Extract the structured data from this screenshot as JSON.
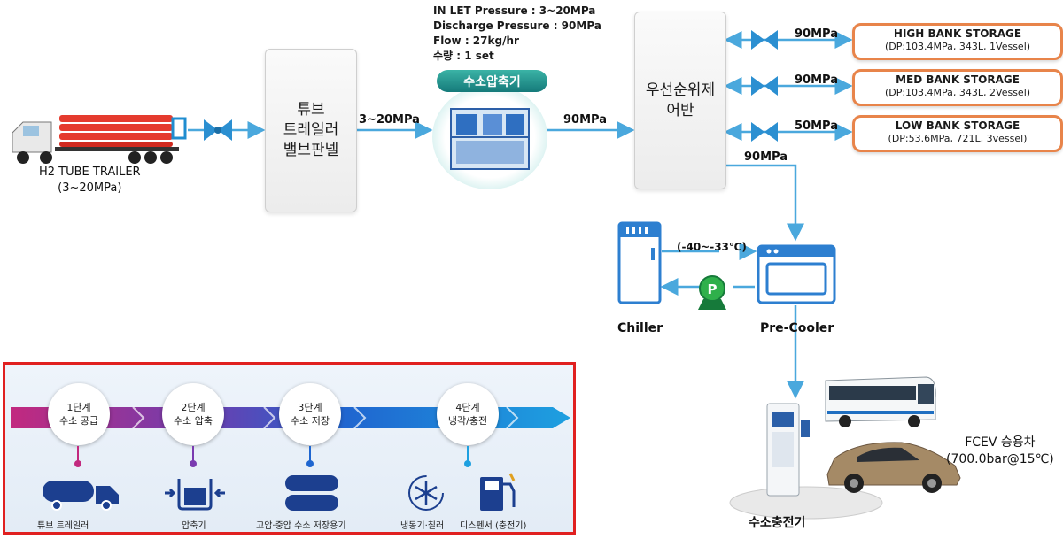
{
  "specs": {
    "lines": "IN LET Pressure : 3~20MPa\nDischarge Pressure : 90MPa\nFlow : 27kg/hr\n수량 : 1 set"
  },
  "trailer": {
    "label": "H2 TUBE TRAILER\n(3~20MPa)"
  },
  "valve_panel": {
    "label": "튜브\n트레일러\n밸브판넬"
  },
  "compressor": {
    "badge": "수소압축기"
  },
  "priority_panel": {
    "label": "우선순위제\n어반"
  },
  "pressures": {
    "p_in": "3~20MPa",
    "p_out": "90MPa",
    "p_high": "90MPa",
    "p_med": "90MPa",
    "p_low": "50MPa",
    "p_disp": "90MPa"
  },
  "storage": [
    {
      "title": "HIGH BANK STORAGE",
      "sub": "(DP:103.4MPa, 343L, 1Vessel)"
    },
    {
      "title": "MED BANK STORAGE",
      "sub": "(DP:103.4MPa, 343L, 2Vessel)"
    },
    {
      "title": "LOW BANK STORAGE",
      "sub": "(DP:53.6MPa, 721L, 3vessel)"
    }
  ],
  "cooling": {
    "temp": "(-40~-33℃)",
    "chiller": "Chiller",
    "precooler": "Pre-Cooler",
    "pump": "P"
  },
  "fcev": {
    "label": "FCEV 승용차\n(700.0bar@15℃)"
  },
  "dispenser": {
    "label": "수소충전기"
  },
  "process": {
    "stages": [
      {
        "label": "1단계\n수소 공급",
        "caption": "튜브 트레일러"
      },
      {
        "label": "2단계\n수소 압축",
        "caption": "압축기"
      },
      {
        "label": "3단계\n수소 저장",
        "caption": "고압·중압 수소 저장용기"
      },
      {
        "label": "4단계\n냉각/충전",
        "caption": "냉동기·칠러"
      }
    ],
    "extra_caption": "디스펜서 (충전기)"
  },
  "colors": {
    "pipe": "#4aa8dd",
    "storage_border": "#e8844a",
    "teal": "#1f8d8a",
    "navy": "#1c3f8f",
    "highlight": "#e02020"
  }
}
